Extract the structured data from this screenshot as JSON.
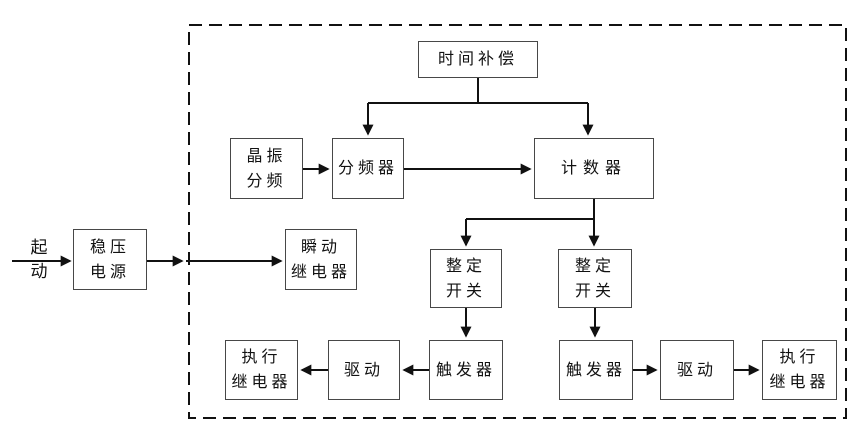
{
  "diagram": {
    "colors": {
      "background": "#ffffff",
      "line": "#111111",
      "box_border": "#474747",
      "text": "#111111"
    },
    "nodes": {
      "start": {
        "line1": "起",
        "line2": "动"
      },
      "power": {
        "line1": "稳压",
        "line2": "电源"
      },
      "instant_relay": {
        "line1": "瞬动",
        "line2": "继电器"
      },
      "time_compensation": {
        "label": "时间补偿"
      },
      "crystal": {
        "line1": "晶振",
        "line2": "分频"
      },
      "divider": {
        "label": "分频器"
      },
      "counter": {
        "label": "计数器"
      },
      "setting_switch": {
        "line1": "整定",
        "line2": "开关"
      },
      "trigger": {
        "label": "触发器"
      },
      "drive": {
        "label": "驱动"
      },
      "exec_relay": {
        "line1": "执行",
        "line2": "继电器"
      }
    }
  }
}
